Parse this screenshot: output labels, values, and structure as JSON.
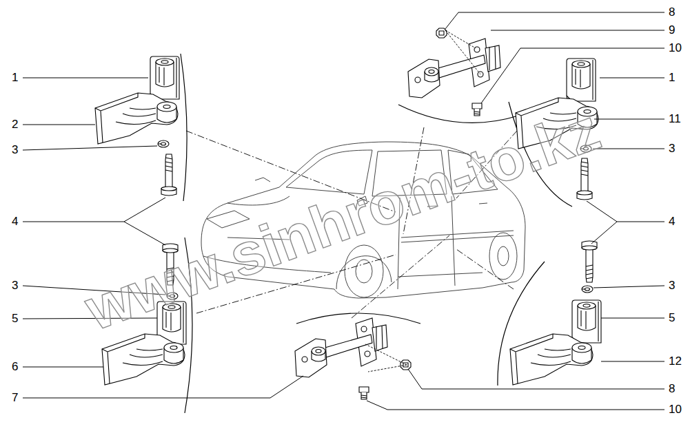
{
  "diagram": {
    "labels": [
      "1",
      "2",
      "3",
      "4",
      "3",
      "5",
      "6",
      "7",
      "8",
      "9",
      "10",
      "1",
      "11",
      "3",
      "4",
      "3",
      "5",
      "12",
      "8",
      "10",
      "www.sinhrom-to.kz"
    ]
  }
}
